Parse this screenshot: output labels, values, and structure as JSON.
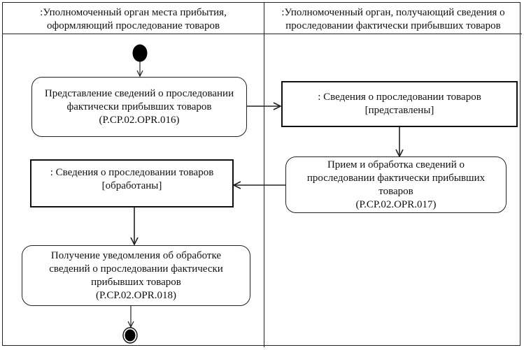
{
  "swimlanes": [
    {
      "title": ":Уполномоченный орган места прибытия,\nоформляющий проследование товаров"
    },
    {
      "title": ":Уполномоченный орган, получающий сведения о\nпроследовании фактически прибывших товаров"
    }
  ],
  "actions": [
    {
      "text": "Представление сведений  о проследовании\nфактически прибывших товаров\n(P.CP.02.OPR.016)"
    },
    {
      "text": "Прием и обработка сведений о\nпроследовании фактически прибывших\nтоваров\n(P.CP.02.OPR.017)"
    },
    {
      "text": "Получение уведомления об обработке\nсведений о проследовании фактически\nприбывших товаров\n(P.CP.02.OPR.018)"
    }
  ],
  "objects": [
    {
      "text": ": Сведения о проследовании товаров\n[представлены]"
    },
    {
      "text": ": Сведения о проследовании товаров\n[обработаны]"
    }
  ]
}
